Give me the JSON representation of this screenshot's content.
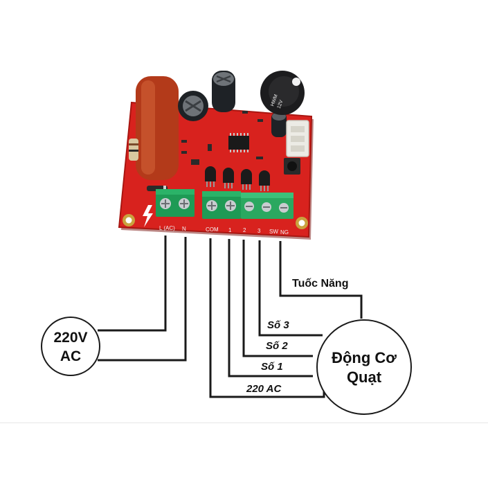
{
  "colors": {
    "pcb_red": "#d8221e",
    "terminal_green": "#1e9a55",
    "wire": "#1a1a1a"
  },
  "power_source": {
    "line1": "220V",
    "line2": "AC"
  },
  "motor": {
    "line1": "Động Cơ",
    "line2": "Quạt"
  },
  "wires": {
    "tuoc_nang": "Tuốc Năng",
    "so3": "Số 3",
    "so2": "Số 2",
    "so1": "Số 1",
    "ac220": "220 AC"
  },
  "board": {
    "terminal_labels": {
      "l_ac": "L (AC)",
      "n": "N",
      "com": "COM",
      "t1": "1",
      "t2": "2",
      "t3": "3",
      "sw": "SW",
      "ng": "NG"
    }
  }
}
